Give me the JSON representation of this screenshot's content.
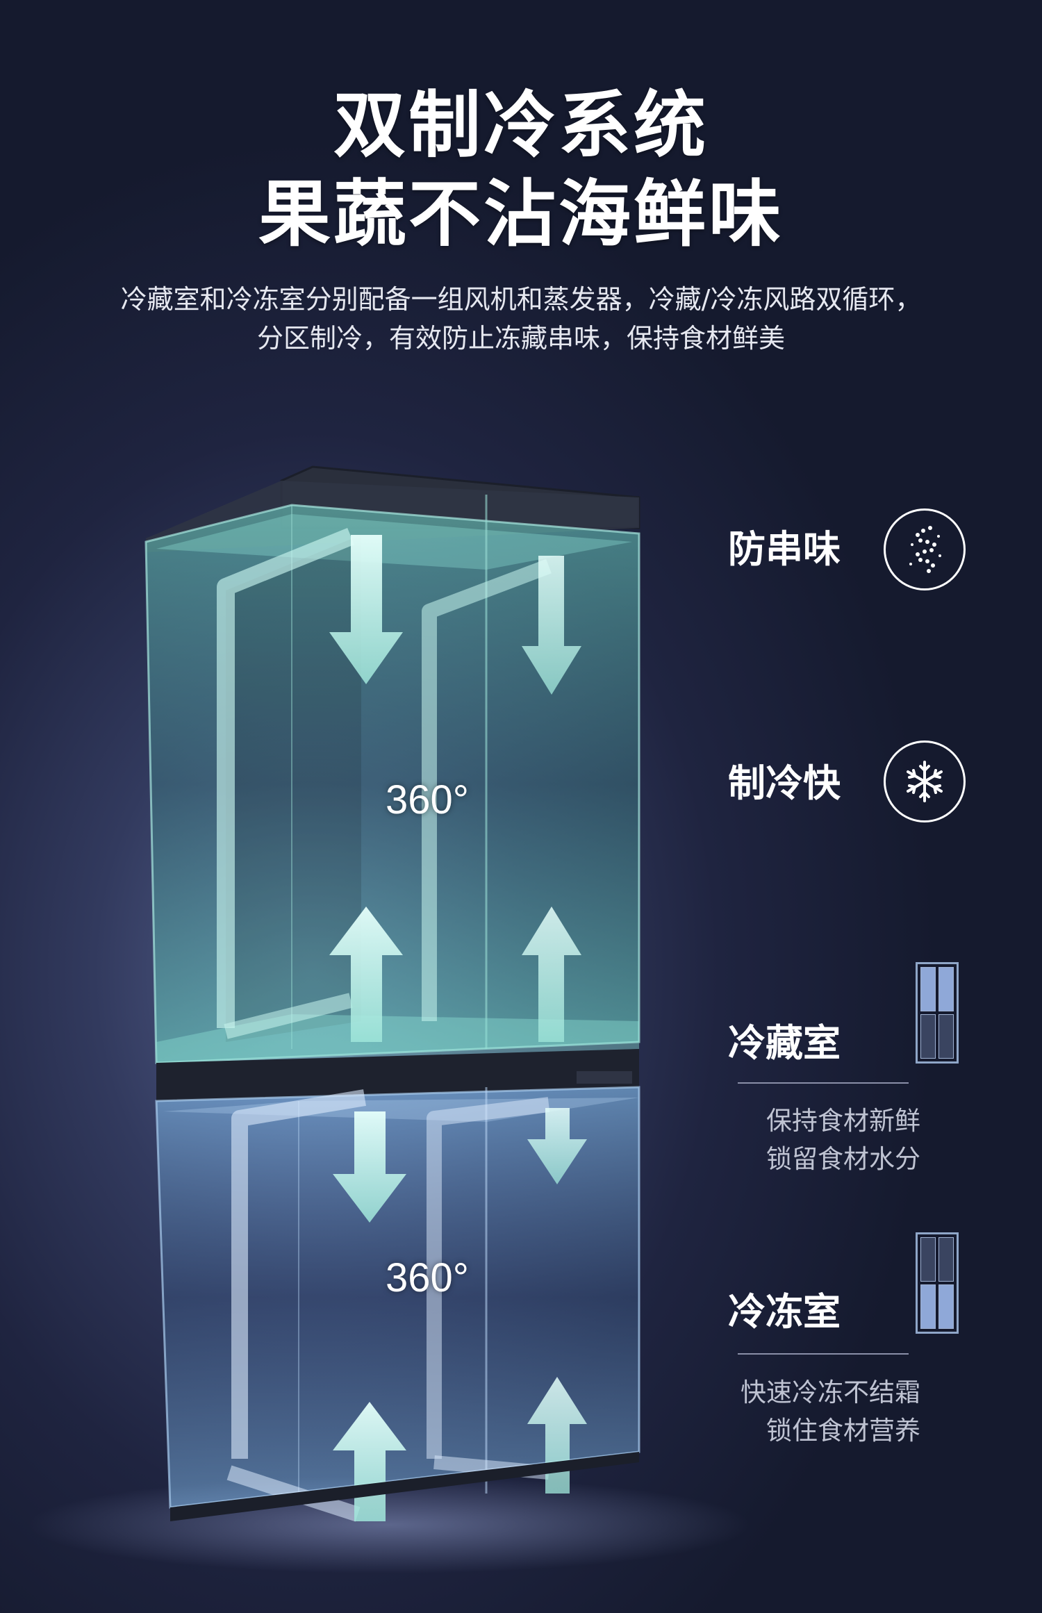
{
  "header": {
    "title_line1": "双制冷系统",
    "title_line2": "果蔬不沾海鲜味",
    "subtitle_line1": "冷藏室和冷冻室分别配备一组风机和蒸发器，冷藏/冷冻风路双循环，",
    "subtitle_line2": "分区制冷，有效防止冻藏串味，保持食材鲜美"
  },
  "fridge": {
    "upper_degree": "360°",
    "lower_degree": "360°"
  },
  "features": [
    {
      "label": "防串味",
      "icon": "odor-swirl-icon"
    },
    {
      "label": "制冷快",
      "icon": "snowflake-icon"
    }
  ],
  "compartments": [
    {
      "label": "冷藏室",
      "desc_line1": "保持食材新鲜",
      "desc_line2": "锁留食材水分",
      "lit": "top"
    },
    {
      "label": "冷冻室",
      "desc_line1": "快速冷冻不结霜",
      "desc_line2": "锁住食材营养",
      "lit": "bottom"
    }
  ],
  "colors": {
    "background": "#1f2440",
    "fridge_upper_glow": "#6fd6c8",
    "fridge_lower_glow": "#7fb6e6",
    "arrow": "#bff3ea"
  }
}
